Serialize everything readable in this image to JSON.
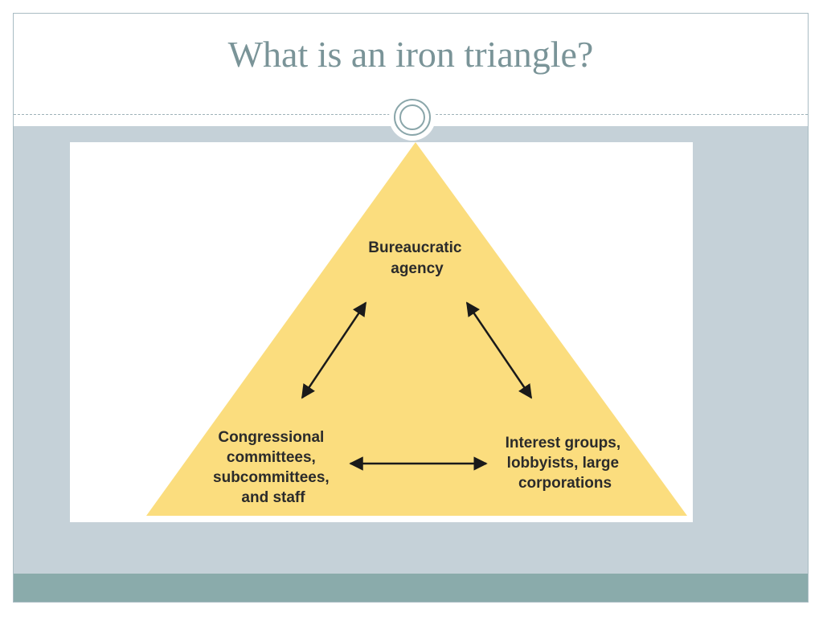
{
  "slide": {
    "title": "What is an iron triangle?"
  },
  "diagram": {
    "fill_color": "#fbdd7e",
    "arrow_color": "#1a1a1a",
    "nodes": {
      "top": {
        "lines": [
          "Bureaucratic",
          "agency"
        ]
      },
      "left": {
        "lines": [
          "Congressional",
          "committees,",
          "subcommittees,",
          "and staff"
        ]
      },
      "right": {
        "lines": [
          "Interest groups,",
          "lobbyists, large",
          "corporations"
        ]
      }
    },
    "edges": [
      {
        "from": "top",
        "to": "left",
        "direction": "bidirectional"
      },
      {
        "from": "top",
        "to": "right",
        "direction": "bidirectional"
      },
      {
        "from": "left",
        "to": "right",
        "direction": "bidirectional"
      }
    ]
  }
}
